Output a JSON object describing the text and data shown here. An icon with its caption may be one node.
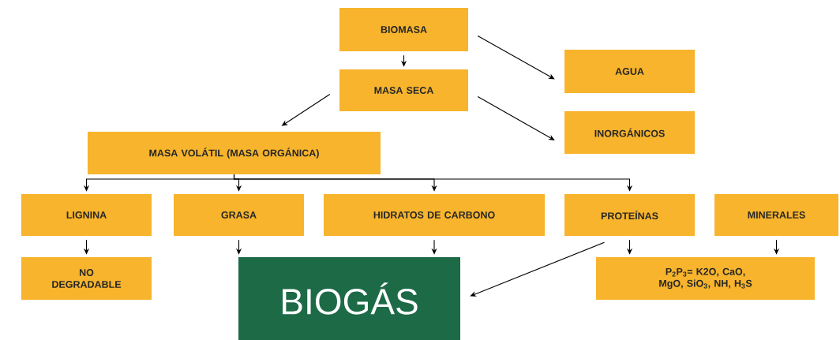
{
  "diagram": {
    "nodes": [
      {
        "text": [
          "BIOMASA"
        ]
      },
      {
        "text": [
          "MASA SECA"
        ]
      },
      {
        "text": [
          "AGUA"
        ]
      },
      {
        "text": [
          "INORGÁNICOS"
        ]
      },
      {
        "text": [
          "MASA VOLÁTIL (MASA ORGÁNICA)"
        ]
      },
      {
        "text": [
          "LIGNINA"
        ]
      },
      {
        "text": [
          "GRASA"
        ]
      },
      {
        "text": [
          "HIDRATOS DE CARBONO"
        ]
      },
      {
        "text": [
          "PROTEÍNAS"
        ]
      },
      {
        "text": [
          "MINERALES"
        ]
      },
      {
        "text": [
          "NO DEGRADABLE"
        ]
      },
      {
        "text": [
          "BIOGÁS"
        ]
      },
      {
        "text": [
          "P$_{2}$P$_{3}$= K2O, CaO, MgO, SiO$_{3}$, NH, H$_{3}$S"
        ]
      }
    ],
    "edges": [
      {
        "from": 0,
        "to": 1,
        "arrow": "to"
      },
      {
        "from": 0,
        "to": 2,
        "arrow": "to"
      },
      {
        "from": 1,
        "to": 3,
        "arrow": "to"
      },
      {
        "from": 1,
        "to": 4,
        "arrow": "to"
      },
      {
        "from": 4,
        "to": 5,
        "arrow": "to"
      },
      {
        "from": 4,
        "to": 6,
        "arrow": "to"
      },
      {
        "from": 4,
        "to": 7,
        "arrow": "to"
      },
      {
        "from": 4,
        "to": 8,
        "arrow": "to"
      },
      {
        "from": 5,
        "to": 10,
        "arrow": "to"
      },
      {
        "from": 6,
        "to": 11,
        "arrow": "to"
      },
      {
        "from": 7,
        "to": 11,
        "arrow": "to"
      },
      {
        "from": 8,
        "to": 12,
        "arrow": "to"
      },
      {
        "from": 9,
        "to": 12,
        "arrow": "to"
      },
      {
        "from": 8,
        "to": 11,
        "arrow": "to"
      }
    ]
  }
}
